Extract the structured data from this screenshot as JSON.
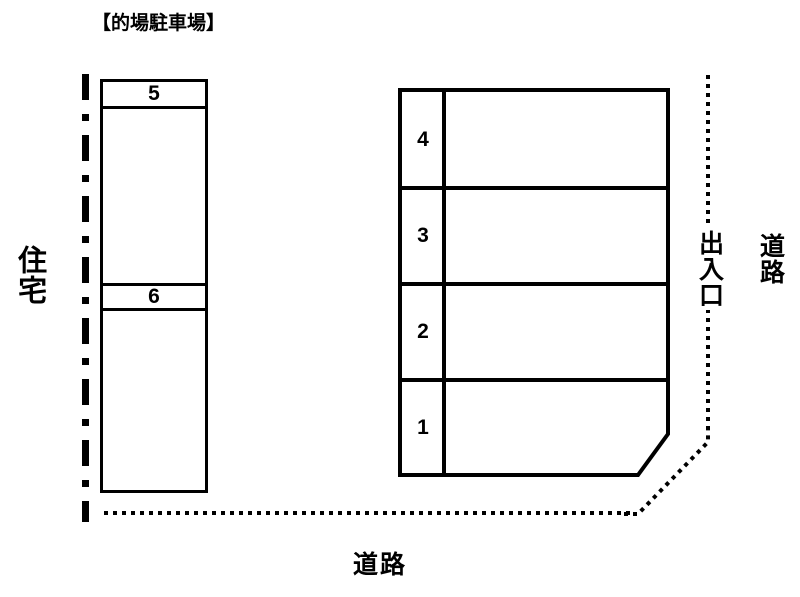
{
  "title": "【的場駐車場】",
  "labels": {
    "residence": "住宅",
    "road_right": "道路",
    "road_bottom": "道路",
    "entrance_exit": "出入口"
  },
  "left_lot": {
    "stalls": [
      {
        "number": "5"
      },
      {
        "number": "6"
      }
    ]
  },
  "right_lot": {
    "stalls": [
      {
        "number": "4"
      },
      {
        "number": "3"
      },
      {
        "number": "2"
      },
      {
        "number": "1"
      }
    ]
  },
  "colors": {
    "line": "#000000",
    "background": "#ffffff"
  }
}
